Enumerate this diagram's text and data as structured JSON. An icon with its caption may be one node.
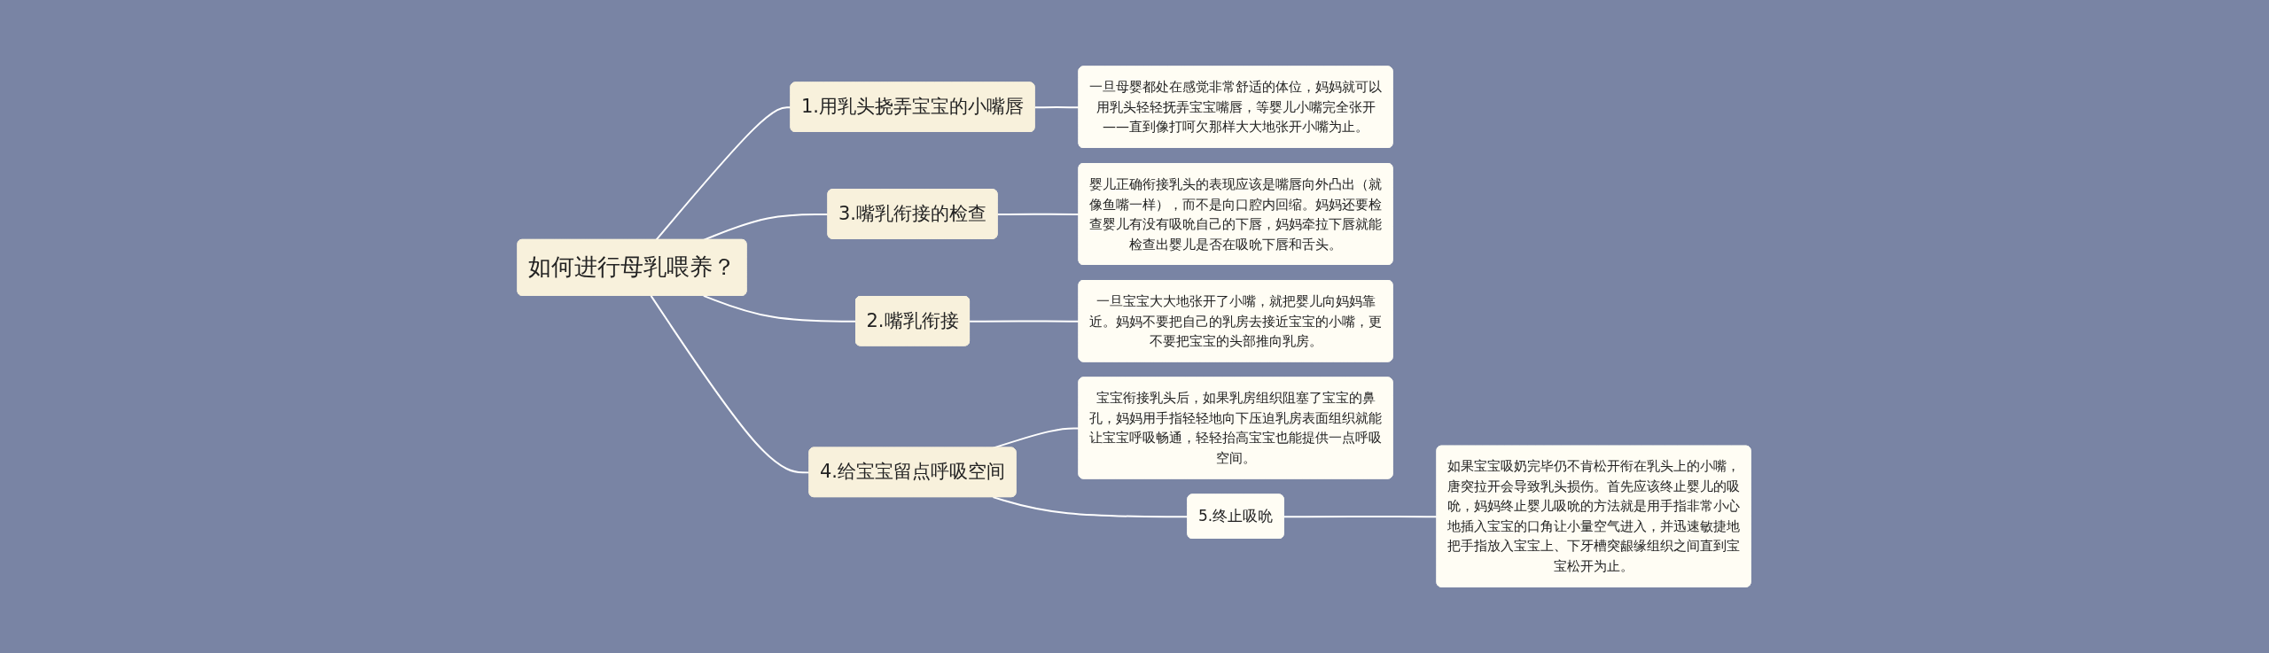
{
  "diagram": {
    "nodes": [
      {
        "text": [
          "如何进行母乳喂养？"
        ]
      },
      {
        "text": [
          "1.用乳头挠弄宝宝的小嘴唇"
        ]
      },
      {
        "text": [
          "一旦母婴都处在感觉非常舒适的体位，妈妈就可以用乳头轻轻抚弄宝宝嘴唇，等婴儿小嘴完全张开——直到像打呵欠那样大大地张开小嘴为止。"
        ]
      },
      {
        "text": [
          "3.嘴乳衔接的检查"
        ]
      },
      {
        "text": [
          "婴儿正确衔接乳头的表现应该是嘴唇向外凸出（就像鱼嘴一样），而不是向口腔内回缩。妈妈还要检查婴儿有没有吸吮自己的下唇，妈妈牵拉下唇就能检查出婴儿是否在吸吮下唇和舌头。"
        ]
      },
      {
        "text": [
          "2.嘴乳衔接"
        ]
      },
      {
        "text": [
          "一旦宝宝大大地张开了小嘴，就把婴儿向妈妈靠近。妈妈不要把自己的乳房去接近宝宝的小嘴，更不要把宝宝的头部推向乳房。"
        ]
      },
      {
        "text": [
          "4.给宝宝留点呼吸空间"
        ]
      },
      {
        "text": [
          "宝宝衔接乳头后，如果乳房组织阻塞了宝宝的鼻孔，妈妈用手指轻轻地向下压迫乳房表面组织就能让宝宝呼吸畅通，轻轻抬高宝宝也能提供一点呼吸空间。"
        ]
      },
      {
        "text": [
          "5.终止吸吮"
        ]
      },
      {
        "text": [
          "如果宝宝吸奶完毕仍不肯松开衔在乳头上的小嘴，唐突拉开会导致乳头损伤。首先应该终止婴儿的吸吮，妈妈终止婴儿吸吮的方法就是用手指非常小心地插入宝宝的口角让小量空气进入，并迅速敏捷地把手指放入宝宝上、下牙槽突龈缘组织之间直到宝宝松开为止。"
        ]
      }
    ],
    "edges": [
      {
        "from": 0,
        "to": 1,
        "arrow": "none"
      },
      {
        "from": 1,
        "to": 2,
        "arrow": "none"
      },
      {
        "from": 0,
        "to": 3,
        "arrow": "none"
      },
      {
        "from": 3,
        "to": 4,
        "arrow": "none"
      },
      {
        "from": 0,
        "to": 5,
        "arrow": "none"
      },
      {
        "from": 5,
        "to": 6,
        "arrow": "none"
      },
      {
        "from": 0,
        "to": 7,
        "arrow": "none"
      },
      {
        "from": 7,
        "to": 8,
        "arrow": "none"
      },
      {
        "from": 7,
        "to": 9,
        "arrow": "none"
      },
      {
        "from": 9,
        "to": 10,
        "arrow": "none"
      }
    ]
  }
}
